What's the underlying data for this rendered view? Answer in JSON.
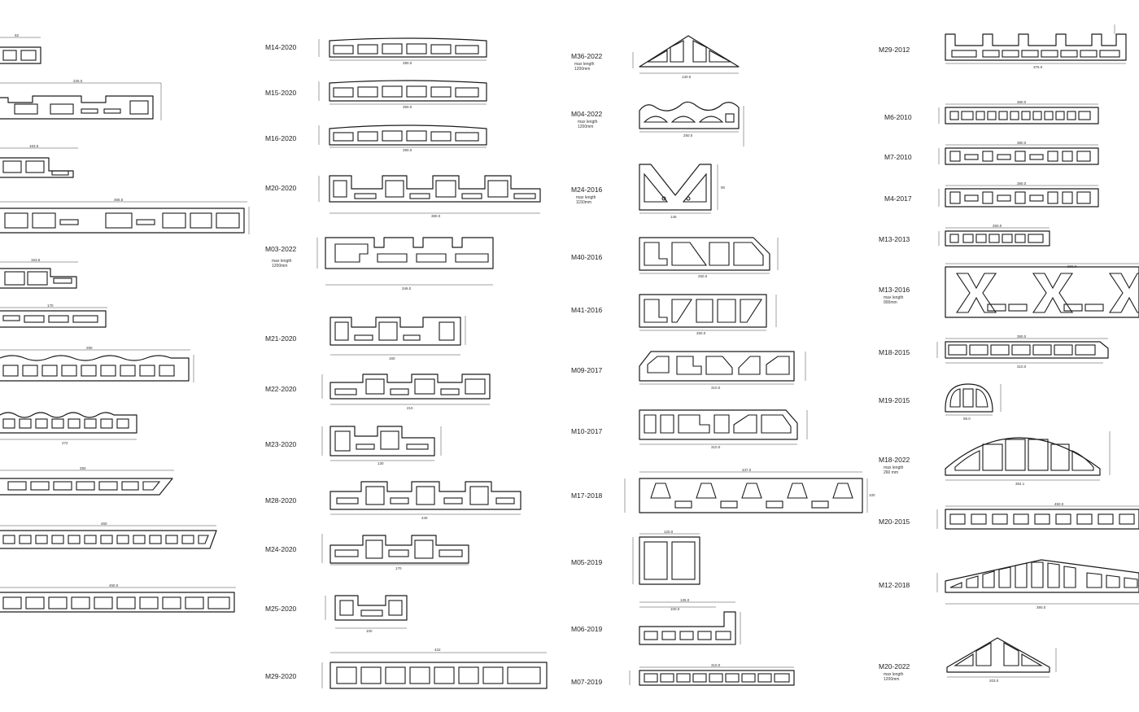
{
  "profiles": [
    {
      "code": "M14-2020",
      "dims": [
        "390.0"
      ]
    },
    {
      "code": "M15-2020",
      "dims": [
        "390.0"
      ]
    },
    {
      "code": "M16-2020",
      "dims": [
        "390.0"
      ]
    },
    {
      "code": "M20-2020",
      "dims": [
        "380.0"
      ]
    },
    {
      "code": "M03-2022",
      "note": [
        "max length",
        "1200mm"
      ],
      "dims": [
        "346.0"
      ]
    },
    {
      "code": "M21-2020",
      "dims": [
        "160"
      ]
    },
    {
      "code": "M22-2020",
      "dims": [
        "210"
      ]
    },
    {
      "code": "M23-2020",
      "dims": [
        "130"
      ]
    },
    {
      "code": "M28-2020",
      "dims": [
        "240"
      ]
    },
    {
      "code": "M24-2020",
      "dims": [
        "170"
      ]
    },
    {
      "code": "M25-2020",
      "dims": [
        "100"
      ]
    },
    {
      "code": "M29-2020",
      "dims": [
        "422"
      ]
    },
    {
      "code": "M36-2022",
      "note": [
        "max length",
        "1200mm"
      ],
      "dims": [
        "130.0"
      ]
    },
    {
      "code": "M04-2022",
      "note": [
        "max length",
        "1200mm"
      ],
      "dims": [
        "250.0"
      ]
    },
    {
      "code": "M24-2016",
      "note": [
        "max length",
        "1150mm"
      ],
      "dims": [
        "145",
        "90"
      ]
    },
    {
      "code": "M40-2016",
      "dims": [
        "250.0"
      ]
    },
    {
      "code": "M41-2016",
      "dims": [
        "250.0"
      ]
    },
    {
      "code": "M09-2017",
      "dims": [
        "310.0"
      ]
    },
    {
      "code": "M10-2017",
      "dims": [
        "310.0"
      ]
    },
    {
      "code": "M17-2018",
      "dims": [
        "437.0",
        "100"
      ]
    },
    {
      "code": "M05-2019",
      "dims": [
        "120.0"
      ]
    },
    {
      "code": "M06-2019",
      "dims": [
        "135.0",
        "100.0"
      ]
    },
    {
      "code": "M07-2019",
      "dims": [
        "310.0"
      ]
    },
    {
      "code": "M29-2012",
      "dims": [
        "375.0"
      ]
    },
    {
      "code": "M6-2010",
      "dims": [
        "380.0"
      ]
    },
    {
      "code": "M7-2010",
      "dims": [
        "380.0"
      ]
    },
    {
      "code": "M4-2017",
      "dims": [
        "380.0"
      ]
    },
    {
      "code": "M13-2013",
      "dims": [
        "250.0"
      ]
    },
    {
      "code": "M13-2016",
      "note": [
        "max length",
        "900mm"
      ],
      "dims": [
        "990.0"
      ]
    },
    {
      "code": "M18-2015",
      "dims": [
        "380.0",
        "310.0"
      ]
    },
    {
      "code": "M19-2015",
      "dims": [
        "98.0"
      ]
    },
    {
      "code": "M18-2022",
      "note": [
        "max length",
        "260 mm"
      ],
      "dims": [
        "364.1"
      ]
    },
    {
      "code": "M20-2015",
      "dims": [
        "450.0"
      ]
    },
    {
      "code": "M12-2018",
      "dims": [
        "390.0"
      ]
    },
    {
      "code": "M20-2022",
      "note": [
        "max length",
        "1200mm"
      ],
      "dims": [
        "203.0"
      ]
    }
  ],
  "cut_profiles_dims": [
    "92",
    "225.0",
    "163.5",
    "465.5",
    "163.5",
    "170",
    "290",
    "272",
    "250",
    "450",
    "450.0"
  ]
}
